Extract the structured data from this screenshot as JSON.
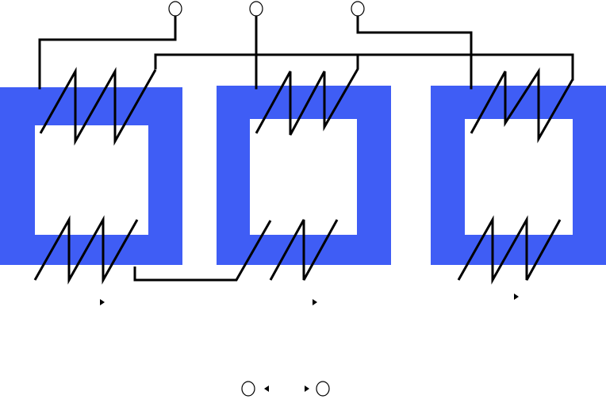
{
  "diagram": {
    "core_color": "#3f5df5",
    "window_color": "#ffffff",
    "wire_color": "#000000",
    "terminal_fill": "#ffffff",
    "terminal_stroke": "#000000",
    "cores": [
      {
        "id": "left-core"
      },
      {
        "id": "middle-core"
      },
      {
        "id": "right-core"
      }
    ],
    "top_terminals": [
      {
        "id": "top-terminal-left"
      },
      {
        "id": "top-terminal-middle"
      },
      {
        "id": "top-terminal-right"
      }
    ],
    "bottom_terminals": [
      {
        "id": "bottom-terminal-left"
      },
      {
        "id": "bottom-terminal-right"
      }
    ]
  }
}
